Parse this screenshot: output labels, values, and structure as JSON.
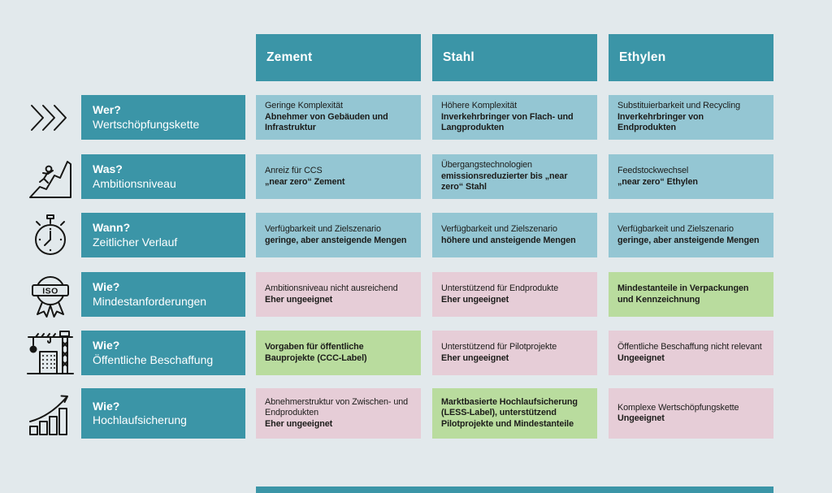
{
  "colors": {
    "background": "#e2e9ec",
    "teal": "#3b95a7",
    "blue_cell": "#94c6d3",
    "pink_cell": "#e6cdd7",
    "green_cell": "#b9dc9e",
    "text_dark": "#1c1c1a",
    "text_light": "#ffffff"
  },
  "columns": [
    {
      "label": "Zement"
    },
    {
      "label": "Stahl"
    },
    {
      "label": "Ethylen"
    }
  ],
  "rows": [
    {
      "icon": "chevrons-right-icon",
      "question": "Wer?",
      "label": "Wertschöpfungskette",
      "cells": [
        {
          "tone": "blue",
          "text": "Geringe Komplexität",
          "bold": "Abnehmer von Gebäuden und Infrastruktur"
        },
        {
          "tone": "blue",
          "text": "Höhere Komplexität",
          "bold": "Inverkehrbringer von Flach- und Langprodukten"
        },
        {
          "tone": "blue",
          "text": "Substituierbarkeit und Recycling",
          "bold": "Inverkehrbringer von Endprodukten"
        }
      ]
    },
    {
      "icon": "climber-icon",
      "question": "Was?",
      "label": "Ambitionsniveau",
      "cells": [
        {
          "tone": "blue",
          "text": "Anreiz für CCS",
          "bold": "„near zero“ Zement"
        },
        {
          "tone": "blue",
          "text": "Übergangstechnologien",
          "bold": "emissionsreduzierter bis „near zero“ Stahl"
        },
        {
          "tone": "blue",
          "text": "Feedstockwechsel",
          "bold": "„near zero“ Ethylen"
        }
      ]
    },
    {
      "icon": "stopwatch-icon",
      "question": "Wann?",
      "label": "Zeitlicher Verlauf",
      "cells": [
        {
          "tone": "blue",
          "text": "Verfügbarkeit und Zielszenario",
          "bold": "geringe, aber ansteigende Mengen"
        },
        {
          "tone": "blue",
          "text": "Verfügbarkeit und Zielszenario",
          "bold": "höhere und ansteigende Mengen"
        },
        {
          "tone": "blue",
          "text": "Verfügbarkeit und Zielszenario",
          "bold": "geringe, aber ansteigende Mengen"
        }
      ]
    },
    {
      "icon": "iso-badge-icon",
      "question": "Wie?",
      "label": "Mindestanforderungen",
      "cells": [
        {
          "tone": "pink",
          "text": "Ambitionsniveau nicht ausreichend",
          "bold": "Eher ungeeignet",
          "inline": true
        },
        {
          "tone": "pink",
          "text": "Unterstützend für Endprodukte",
          "bold": "Eher ungeeignet"
        },
        {
          "tone": "green",
          "text": "",
          "bold": "Mindestanteile in Verpackungen und Kennzeichnung"
        }
      ]
    },
    {
      "icon": "crane-building-icon",
      "question": "Wie?",
      "label": "Öffentliche Beschaffung",
      "cells": [
        {
          "tone": "green",
          "text": "",
          "bold": "Vorgaben für öffentliche Bauprojekte (CCC-Label)"
        },
        {
          "tone": "pink",
          "text": "Unterstützend für Pilotprojekte",
          "bold": "Eher ungeeignet"
        },
        {
          "tone": "pink",
          "text": "Öffentliche Beschaffung nicht relevant",
          "bold": "Ungeeignet"
        }
      ]
    },
    {
      "icon": "growth-chart-icon",
      "question": "Wie?",
      "label": "Hochlaufsicherung",
      "cells": [
        {
          "tone": "pink",
          "text": "Abnehmerstruktur von Zwischen- und Endprodukten",
          "bold": "Eher ungeeignet"
        },
        {
          "tone": "green",
          "text": "",
          "bold": "Marktbasierte Hochlaufsicherung (LESS-Label), unterstützend Pilotprojekte und Mindestanteile"
        },
        {
          "tone": "pink",
          "text": "Komplexe Wertschöpfungskette",
          "bold": "Ungeeignet"
        }
      ]
    }
  ]
}
